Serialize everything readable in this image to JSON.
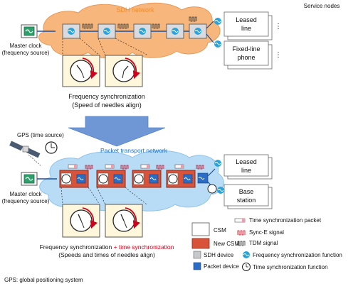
{
  "top": {
    "network_label": "SDH network",
    "service_nodes_label": "Service nodes",
    "master_clock_line1": "Master clock",
    "master_clock_line2": "(frequency source)",
    "leased_line_1": "Leased",
    "leased_line_2": "line",
    "fixed_line_1": "Fixed-line",
    "fixed_line_2": "phone",
    "caption_line1": "Frequency synchronization",
    "caption_line2": "(Speed of needles align)"
  },
  "bottom": {
    "gps_label": "GPS (time source)",
    "network_label": "Packet transport network",
    "master_clock_line1": "Master clock",
    "master_clock_line2": "(frequency source)",
    "leased_line_1": "Leased",
    "leased_line_2": "line",
    "base_station_1": "Base",
    "base_station_2": "station",
    "caption_part1": "Frequency synchronization",
    "caption_part2": " + time synchronization",
    "caption_line2": "(Speeds and times of needles align)"
  },
  "legend": {
    "time_sync_packet": "Time synchronization packet",
    "csm": "CSM",
    "sync_e": "Sync-E signal",
    "new_csm": "New CSM",
    "tdm": "TDM signal",
    "sdh_device": "SDH device",
    "freq_sync_function": "Frequency synchronization function",
    "packet_device": "Packet device",
    "time_sync_function": "Time synchronization function"
  },
  "footnote": "GPS: global positioning system",
  "colors": {
    "cloud_orange": "#f7b67c",
    "cloud_blue": "#b8dcf5",
    "network_orange_text": "#f28c28",
    "network_blue_text": "#1a6fc4",
    "csm_new_red": "#d9533b",
    "accent_red": "#d0021b",
    "arrow_blue": "#6f97d6",
    "device_blue": "#2b6cc4",
    "sdh_gray": "#c6c8cc"
  }
}
